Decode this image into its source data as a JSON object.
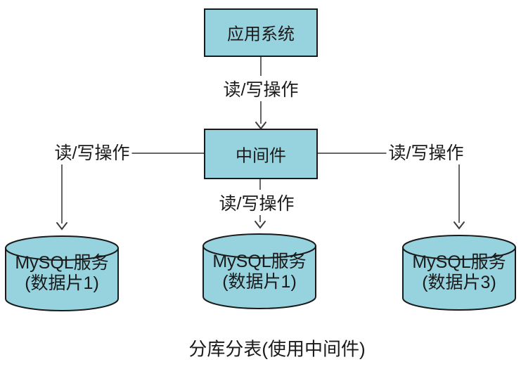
{
  "diagram": {
    "title_caption": "分库分表(使用中间件)",
    "colors": {
      "background": "#ffffff",
      "node_fill": "#97d3de",
      "node_border": "#1a1a1a",
      "connector_line": "#666666",
      "arrowhead": "#3d3d3d",
      "text": "#1a1a1a"
    },
    "nodes": {
      "app_system": {
        "label": "应用系统"
      },
      "middleware": {
        "label": "中间件"
      }
    },
    "edge_labels": {
      "app_to_middleware": "读/写操作",
      "middleware_to_left_db": "读/写操作",
      "middleware_to_middle_db": "读/写操作",
      "middleware_to_right_db": "读/写操作"
    },
    "databases": [
      {
        "line1": "MySQL服务",
        "line2": "(数据片1)"
      },
      {
        "line1": "MySQL服务",
        "line2": "(数据片1)"
      },
      {
        "line1": "MySQL服务",
        "line2": "(数据片3)"
      }
    ]
  }
}
